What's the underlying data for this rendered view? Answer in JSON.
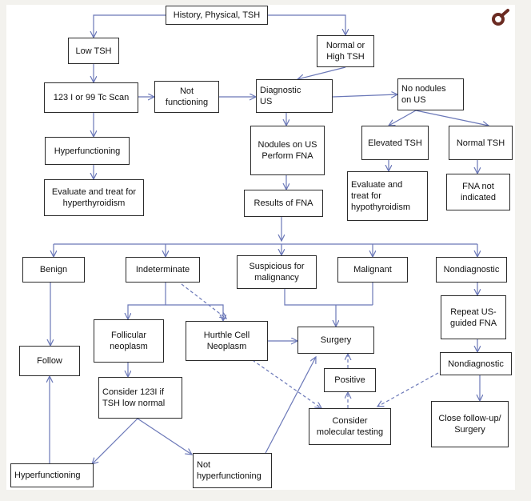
{
  "nodes": {
    "history": "History, Physical, TSH",
    "low_tsh": "Low TSH",
    "normal_high_tsh": "Normal or\nHigh TSH",
    "scan": "123 I or 99 Tc Scan",
    "not_functioning": "Not\nfunctioning",
    "diagnostic_us": "Diagnostic\nUS",
    "no_nodules": "No nodules\non US",
    "hyperfunctioning_top": "Hyperfunctioning",
    "nodules_fna": "Nodules on US\nPerform FNA",
    "elevated_tsh": "Elevated TSH",
    "normal_tsh": "Normal TSH",
    "evaluate_hyper": "Evaluate and treat for\nhyperthyroidism",
    "evaluate_hypo": "Evaluate and\ntreat for\nhypothyroidism",
    "fna_not_indicated": "FNA not\nindicated",
    "results_fna": "Results of FNA",
    "benign": "Benign",
    "indeterminate": "Indeterminate",
    "suspicious": "Suspicious for\nmalignancy",
    "malignant": "Malignant",
    "nondiagnostic_top": "Nondiagnostic",
    "repeat_us": "Repeat US-\nguided FNA",
    "follicular": "Follicular\nneoplasm",
    "hurthle": "Hurthle Cell\nNeoplasm",
    "surgery": "Surgery",
    "follow": "Follow",
    "nondiagnostic_bottom": "Nondiagnostic",
    "positive": "Positive",
    "consider_123i": "Consider 123I if\nTSH low normal",
    "molecular": "Consider\nmolecular testing",
    "close_followup": "Close follow-up/\nSurgery",
    "hyperfunctioning_bottom": "Hyperfunctioning",
    "not_hyperfunctioning": "Not\nhyperfunctioning"
  },
  "colors": {
    "arrow": "#6b78b8",
    "border": "#2b2b2b",
    "background": "#f3f2ee",
    "panel": "#ffffff",
    "logo": "#6b2b22"
  },
  "icons": {
    "logo": "magnifier-logo-icon"
  }
}
